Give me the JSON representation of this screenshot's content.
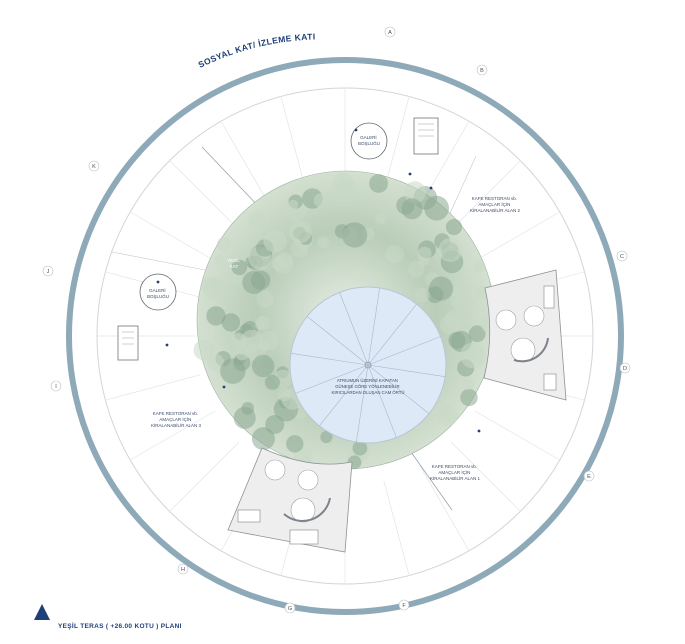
{
  "plan": {
    "arc_title": "SOSYAL KAT/ İZLEME KATI",
    "footer_title": "YEŞİL TERAS ( +26.00 KOTU ) PLANI",
    "axis_labels": [
      "A",
      "B",
      "C",
      "D",
      "E",
      "F",
      "G",
      "H",
      "I",
      "J",
      "K"
    ],
    "green_label": [
      "YEŞİL",
      "KAT"
    ],
    "atrium_label": [
      "ATRIUMUN ÜZERİNİ KAPATAN",
      "GÜNEŞE GÖRE YÖNLENEBİLİR",
      "KIRICILARDAN OLUŞAN CAM ÖRTÜ"
    ],
    "gallery_1": [
      "GALERİ",
      "BOŞLUĞU"
    ],
    "gallery_2": [
      "GALERİ",
      "BOŞLUĞU"
    ],
    "rental_2": [
      "KAFE RESTORAN vb.",
      "AMAÇLAR İÇİN",
      "KİRALANABİLİR ALAN 2"
    ],
    "rental_3": [
      "KAFE RESTORAN vb.",
      "AMAÇLAR İÇİN",
      "KİRALANABİLİR ALAN 3"
    ],
    "rental_1": [
      "KAFE RESTORAN vb.",
      "AMAÇLAR İÇİN",
      "KİRALANABİLİR ALAN 1"
    ]
  },
  "colors": {
    "outer_ring": "#8ea9b8",
    "navy": "#1f3f78",
    "glass": "#dde9f6",
    "tree_dark": "#8aa892",
    "tree_light": "#c8d8c6"
  }
}
